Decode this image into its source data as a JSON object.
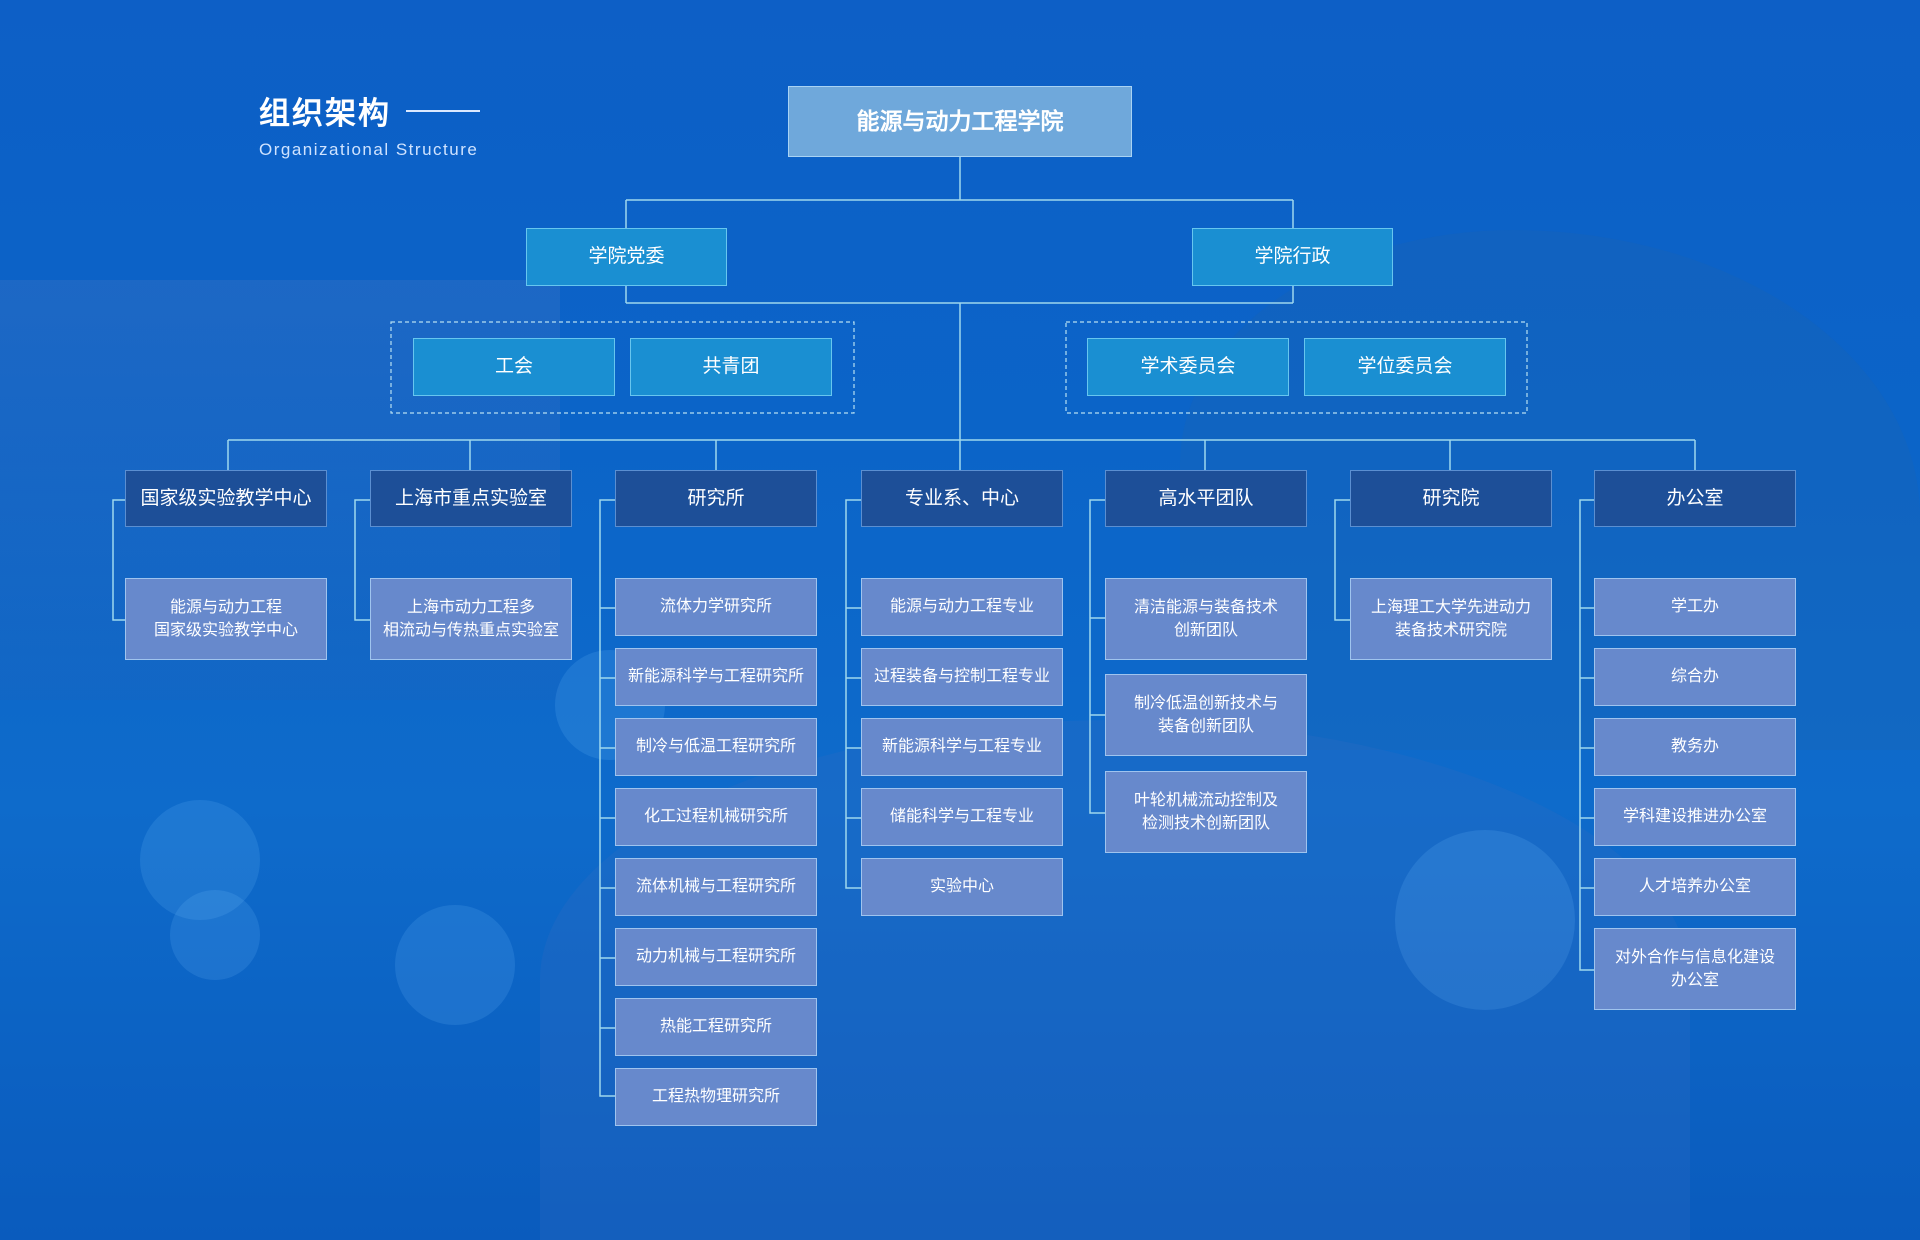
{
  "header": {
    "title": "组织架构",
    "subtitle": "Organizational Structure"
  },
  "root": {
    "label": "能源与动力工程学院"
  },
  "level2": {
    "party": "学院党委",
    "admin": "学院行政"
  },
  "party_group": [
    "工会",
    "共青团"
  ],
  "admin_group": [
    "学术委员会",
    "学位委员会"
  ],
  "columns": [
    {
      "title": "国家级实验教学中心",
      "children": [
        "能源与动力工程\n国家级实验教学中心"
      ]
    },
    {
      "title": "上海市重点实验室",
      "children": [
        "上海市动力工程多\n相流动与传热重点实验室"
      ]
    },
    {
      "title": "研究所",
      "children": [
        "流体力学研究所",
        "新能源科学与工程研究所",
        "制冷与低温工程研究所",
        "化工过程机械研究所",
        "流体机械与工程研究所",
        "动力机械与工程研究所",
        "热能工程研究所",
        "工程热物理研究所"
      ]
    },
    {
      "title": "专业系、中心",
      "children": [
        "能源与动力工程专业",
        "过程装备与控制工程专业",
        "新能源科学与工程专业",
        "储能科学与工程专业",
        "实验中心"
      ]
    },
    {
      "title": "高水平团队",
      "children": [
        "清洁能源与装备技术\n创新团队",
        "制冷低温创新技术与\n装备创新团队",
        "叶轮机械流动控制及\n检测技术创新团队"
      ]
    },
    {
      "title": "研究院",
      "children": [
        "上海理工大学先进动力\n装备技术研究院"
      ]
    },
    {
      "title": "办公室",
      "children": [
        "学工办",
        "综合办",
        "教务办",
        "学科建设推进办公室",
        "人才培养办公室",
        "对外合作与信息化建设\n办公室"
      ]
    }
  ]
}
